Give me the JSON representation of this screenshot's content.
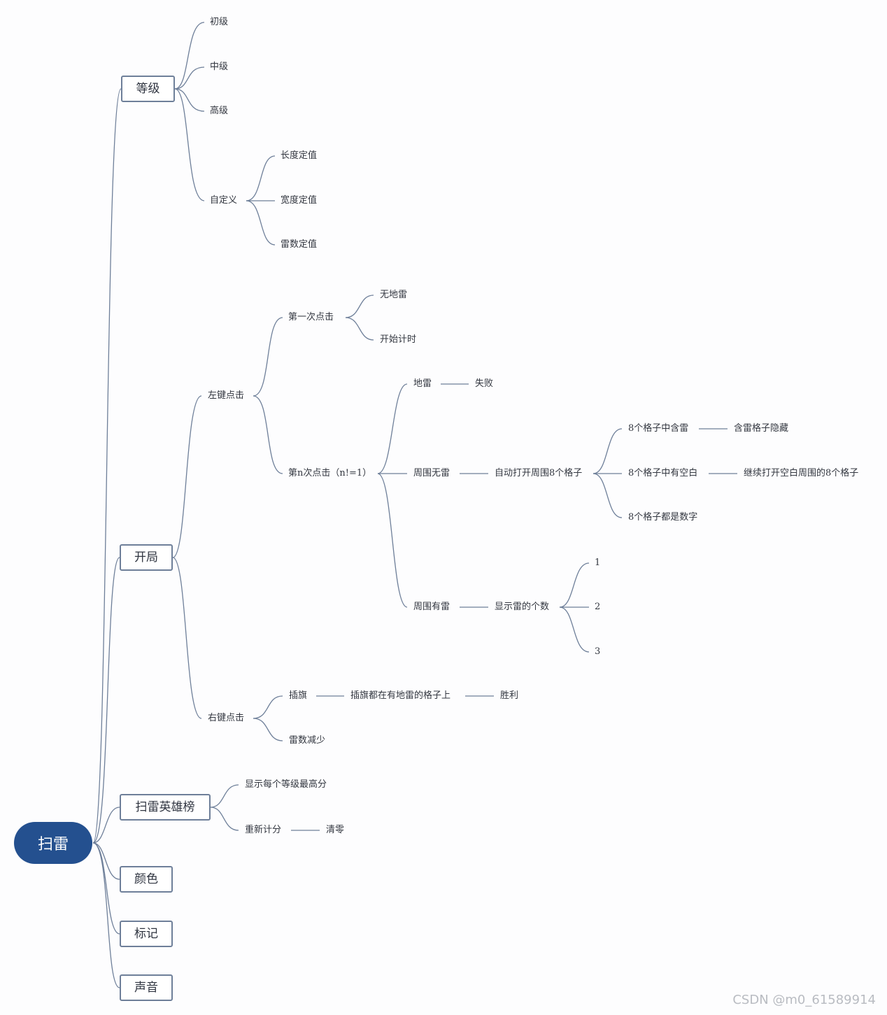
{
  "colors": {
    "root_fill": "#24508f",
    "link": "#6e7f99",
    "node_border": "#6e7f99"
  },
  "root": "扫雷",
  "branches": {
    "level": "等级",
    "start": "开局",
    "rank": "扫雷英雄榜",
    "color": "颜色",
    "mark": "标记",
    "sound": "声音"
  },
  "level": {
    "beginner": "初级",
    "intermediate": "中级",
    "expert": "高级",
    "custom": "自定义",
    "custom_items": [
      "长度定值",
      "宽度定值",
      "雷数定值"
    ]
  },
  "start": {
    "left_click": "左键点击",
    "first_click": "第一次点击",
    "first_items": [
      "无地雷",
      "开始计时"
    ],
    "nth_click": "第n次点击（n!=1）",
    "mine": "地雷",
    "fail": "失败",
    "no_mine_around": "周围无雷",
    "auto_open": "自动打开周围8个格子",
    "has_mine": "8个格子中含雷",
    "hide_mine": "含雷格子隐藏",
    "has_blank": "8个格子中有空白",
    "continue_open": "继续打开空白周围的8个格子",
    "all_numbers": "8个格子都是数字",
    "mine_around": "周围有雷",
    "show_count": "显示雷的个数",
    "counts": [
      "1",
      "2",
      "3"
    ],
    "right_click": "右键点击",
    "flag": "插旗",
    "flags_on_mines": "插旗都在有地雷的格子上",
    "win": "胜利",
    "mine_count_minus": "雷数减少"
  },
  "rank": {
    "show_best": "显示每个等级最高分",
    "reset": "重新计分",
    "clear": "清零"
  },
  "watermark": "CSDN @m0_61589914"
}
